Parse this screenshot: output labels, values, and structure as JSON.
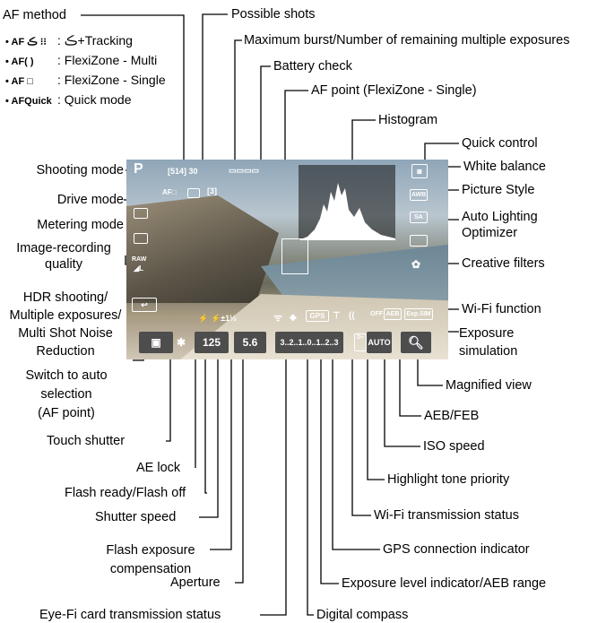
{
  "af_method": {
    "title": "AF method",
    "items": [
      {
        "code": "• AF ڪ ⁝⁝",
        "desc": ": ڪ+Tracking"
      },
      {
        "code": "• AF( )",
        "desc": ": FlexiZone - Multi"
      },
      {
        "code": "• AF □",
        "desc": ": FlexiZone - Single"
      },
      {
        "code": "• AFQuick",
        "desc": ": Quick mode"
      }
    ]
  },
  "top_labels": {
    "possible_shots": "Possible shots",
    "max_burst": "Maximum burst/Number of remaining multiple exposures",
    "battery_check": "Battery check",
    "af_point": "AF point (FlexiZone - Single)",
    "histogram": "Histogram"
  },
  "left_labels": {
    "shooting_mode": "Shooting mode",
    "drive_mode": "Drive mode",
    "metering_mode": "Metering mode",
    "image_quality": "Image-recording\nquality",
    "hdr": "HDR shooting/\nMultiple exposures/\nMulti Shot Noise\nReduction",
    "switch_auto": "Switch to auto\nselection\n(AF point)"
  },
  "right_labels": {
    "quick_control": "Quick control",
    "white_balance": "White balance",
    "picture_style": "Picture Style",
    "alo": "Auto Lighting\nOptimizer",
    "creative_filters": "Creative filters",
    "wifi_function": "Wi-Fi function",
    "exposure_sim": "Exposure\nsimulation"
  },
  "bottom_labels": {
    "magnified_view": "Magnified view",
    "aeb_feb": "AEB/FEB",
    "iso_speed": "ISO speed",
    "highlight_tone": "Highlight tone priority",
    "wifi_status": "Wi-Fi transmission status",
    "gps": "GPS connection indicator",
    "exposure_level": "Exposure level indicator/AEB range",
    "digital_compass": "Digital compass",
    "eyefi": "Eye-Fi card transmission status",
    "aperture": "Aperture",
    "flash_comp": "Flash exposure\ncompensation",
    "shutter_speed": "Shutter speed",
    "flash_ready": "Flash ready/Flash off",
    "ae_lock": "AE lock",
    "touch_shutter": "Touch shutter"
  },
  "screen": {
    "mode": "P",
    "shots": "[514] 30",
    "battery": "▭▭▭▭",
    "af_mode": "AF□",
    "drive_bracket": "[3]",
    "raw": "RAW",
    "quality_l": "◢L",
    "wb": "AWB",
    "picture_style": "SA",
    "exposure_sim": "Exp.SIM",
    "aeb": "AEB",
    "off": "OFF",
    "shutter": "125",
    "aperture": "5.6",
    "flash_comp": "⚡±1⅓",
    "scale": "3..2..1..0..1..2..3",
    "gps": "GPS",
    "iso": "AUTO"
  },
  "colors": {
    "line": "#000000",
    "button_bg": "#4d4d4d"
  }
}
